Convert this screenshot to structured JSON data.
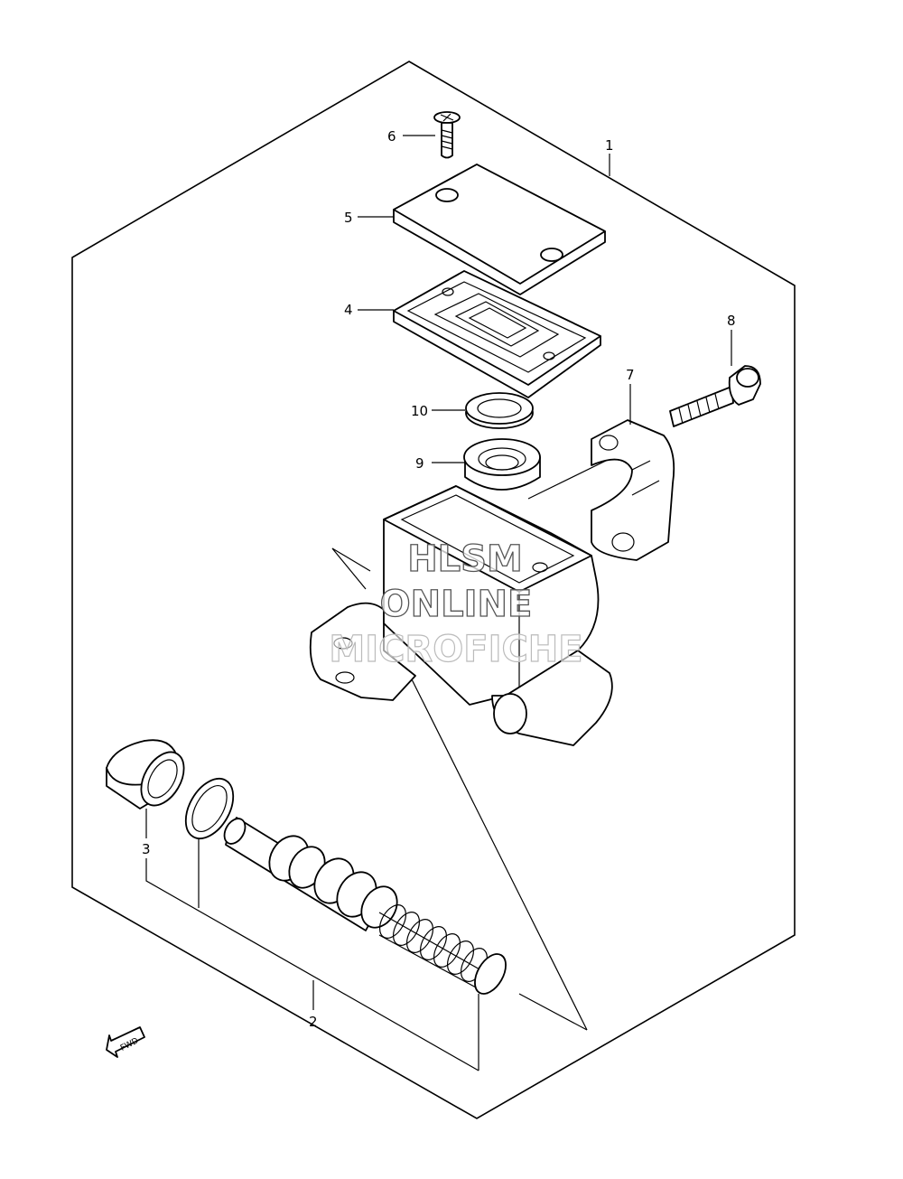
{
  "callouts": [
    "1",
    "2",
    "3",
    "4",
    "5",
    "6",
    "7",
    "8",
    "9",
    "10"
  ],
  "fwd_label": "FWD",
  "watermark": [
    "HLSM",
    "ONLINE",
    "MICROFICHE"
  ]
}
